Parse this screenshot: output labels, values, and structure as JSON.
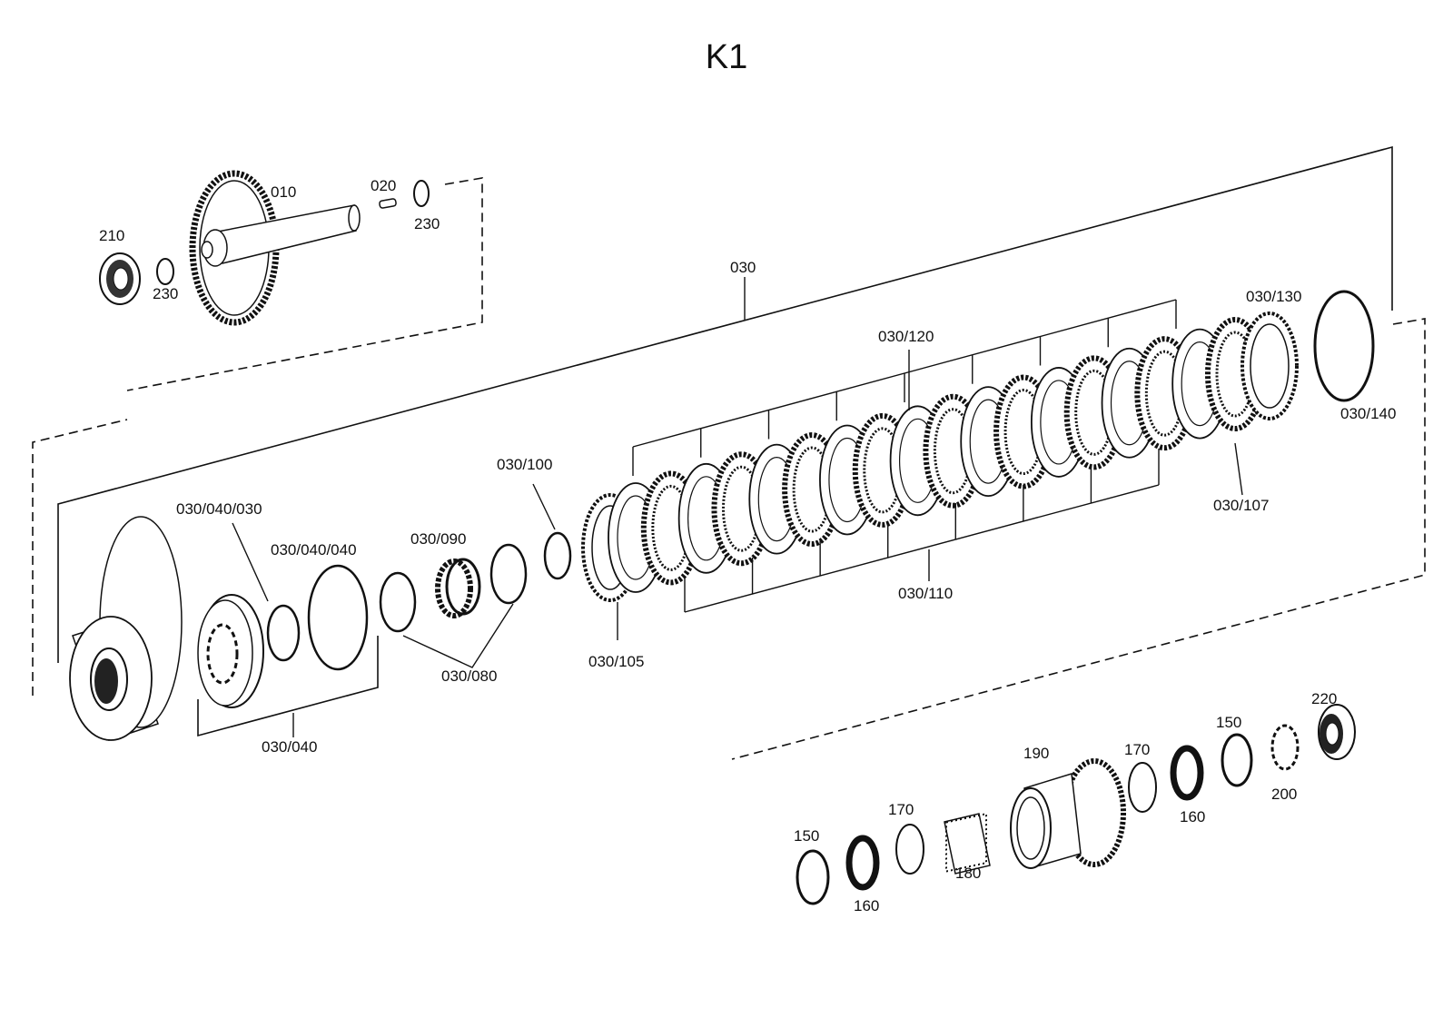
{
  "title": "K1",
  "parts": {
    "p010": "010",
    "p020": "020",
    "p030": "030",
    "p030_040": "030/040",
    "p030_040_030": "030/040/030",
    "p030_040_040": "030/040/040",
    "p030_080": "030/080",
    "p030_090": "030/090",
    "p030_100": "030/100",
    "p030_105": "030/105",
    "p030_107": "030/107",
    "p030_110": "030/110",
    "p030_120": "030/120",
    "p030_130": "030/130",
    "p030_140": "030/140",
    "p150": "150",
    "p160": "160",
    "p170": "170",
    "p180": "180",
    "p190": "190",
    "p200": "200",
    "p210": "210",
    "p220": "220",
    "p230": "230"
  }
}
